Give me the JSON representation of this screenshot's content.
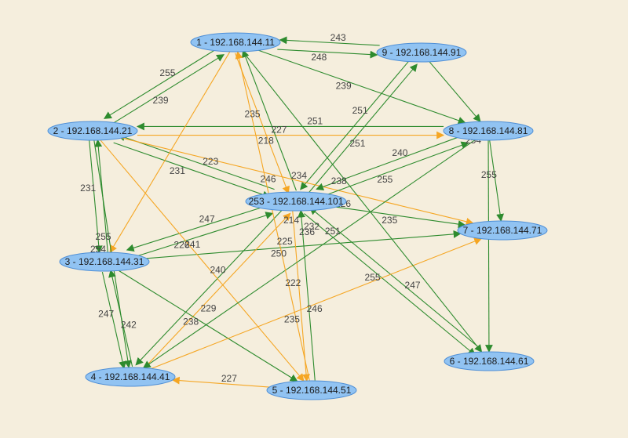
{
  "colors": {
    "background": "#f5eedd",
    "node_fill": "#91c3f2",
    "node_stroke": "#4f8fd6",
    "edge_green": "#2e8b2e",
    "edge_orange": "#f5a623",
    "edge_label": "#444444"
  },
  "nodes": [
    {
      "id": "n1",
      "label": "1 - 192.168.144.11"
    },
    {
      "id": "n9",
      "label": "9 - 192.168.144.91"
    },
    {
      "id": "n2",
      "label": "2 - 192.168.144.21"
    },
    {
      "id": "n8",
      "label": "8 - 192.168.144.81"
    },
    {
      "id": "n253",
      "label": "253 - 192.168.144.101"
    },
    {
      "id": "n7",
      "label": "7 - 192.168.144.71"
    },
    {
      "id": "n3",
      "label": "3 - 192.168.144.31"
    },
    {
      "id": "n6",
      "label": "6 - 192.168.144.61"
    },
    {
      "id": "n4",
      "label": "4 - 192.168.144.41"
    },
    {
      "id": "n5",
      "label": "5 - 192.168.144.51"
    }
  ],
  "edges": [
    {
      "from": "n1",
      "to": "n9",
      "label": "248",
      "color": "green"
    },
    {
      "from": "n9",
      "to": "n1",
      "label": "243",
      "color": "green"
    },
    {
      "from": "n2",
      "to": "n1",
      "label": "239",
      "color": "green"
    },
    {
      "from": "n1",
      "to": "n2",
      "label": "255",
      "color": "green"
    },
    {
      "from": "n1",
      "to": "n8",
      "label": "239",
      "color": "green"
    },
    {
      "from": "n2",
      "to": "n8",
      "label": "218",
      "color": "orange"
    },
    {
      "from": "n8",
      "to": "n2",
      "label": "251",
      "color": "green"
    },
    {
      "from": "n1",
      "to": "n253",
      "label": "235",
      "color": "orange"
    },
    {
      "from": "n253",
      "to": "n1",
      "label": "227",
      "color": "green"
    },
    {
      "from": "n9",
      "to": "n253",
      "label": "251",
      "color": "green"
    },
    {
      "from": "n253",
      "to": "n9",
      "label": "251",
      "color": "green"
    },
    {
      "from": "n2",
      "to": "n3",
      "label": "231",
      "color": "green"
    },
    {
      "from": "n3",
      "to": "n2",
      "label": "",
      "color": "green"
    },
    {
      "from": "n2",
      "to": "n253",
      "label": "231",
      "color": "green"
    },
    {
      "from": "n253",
      "to": "n2",
      "label": "223",
      "color": "green"
    },
    {
      "from": "n2",
      "to": "n7",
      "label": "246",
      "color": "orange"
    },
    {
      "from": "n8",
      "to": "n253",
      "label": "240",
      "color": "green"
    },
    {
      "from": "n253",
      "to": "n8",
      "label": "255",
      "color": "green"
    },
    {
      "from": "n8",
      "to": "n7",
      "label": "255",
      "color": "green"
    },
    {
      "from": "n253",
      "to": "n7",
      "label": "235",
      "color": "green"
    },
    {
      "from": "n3",
      "to": "n7",
      "label": "250",
      "color": "green"
    },
    {
      "from": "n253",
      "to": "n3",
      "label": "247",
      "color": "green"
    },
    {
      "from": "n3",
      "to": "n253",
      "label": "241",
      "color": "green"
    },
    {
      "from": "n3",
      "to": "n4",
      "label": "247",
      "color": "green"
    },
    {
      "from": "n4",
      "to": "n3",
      "label": "242",
      "color": "green"
    },
    {
      "from": "n5",
      "to": "n4",
      "label": "227",
      "color": "orange"
    },
    {
      "from": "n253",
      "to": "n5",
      "label": "222",
      "color": "orange"
    },
    {
      "from": "n5",
      "to": "n253",
      "label": "246",
      "color": "green"
    },
    {
      "from": "n253",
      "to": "n4",
      "label": "240",
      "color": "green"
    },
    {
      "from": "n4",
      "to": "n253",
      "label": "229",
      "color": "orange"
    },
    {
      "from": "n253",
      "to": "n6",
      "label": "255",
      "color": "green"
    },
    {
      "from": "n6",
      "to": "n253",
      "label": "247",
      "color": "green"
    },
    {
      "from": "n3",
      "to": "n5",
      "label": "238",
      "color": "green"
    },
    {
      "from": "n2",
      "to": "n5",
      "label": "226",
      "color": "orange"
    },
    {
      "from": "n8",
      "to": "n4",
      "label": "251",
      "color": "green"
    },
    {
      "from": "n4",
      "to": "n7",
      "label": "235",
      "color": "orange"
    },
    {
      "from": "n1",
      "to": "n6",
      "label": "238",
      "color": "green"
    },
    {
      "from": "n1",
      "to": "n3",
      "label": "",
      "color": "orange"
    },
    {
      "from": "n5",
      "to": "n1",
      "label": "225",
      "color": "orange"
    },
    {
      "from": "n2",
      "to": "n4",
      "label": "255",
      "color": "green"
    },
    {
      "from": "n8",
      "to": "n6",
      "label": "",
      "color": "green"
    },
    {
      "from": "n9",
      "to": "n8",
      "label": "",
      "color": "green"
    }
  ],
  "extra_labels": [
    "234",
    "214",
    "232",
    "236",
    "226",
    "254",
    "254"
  ]
}
